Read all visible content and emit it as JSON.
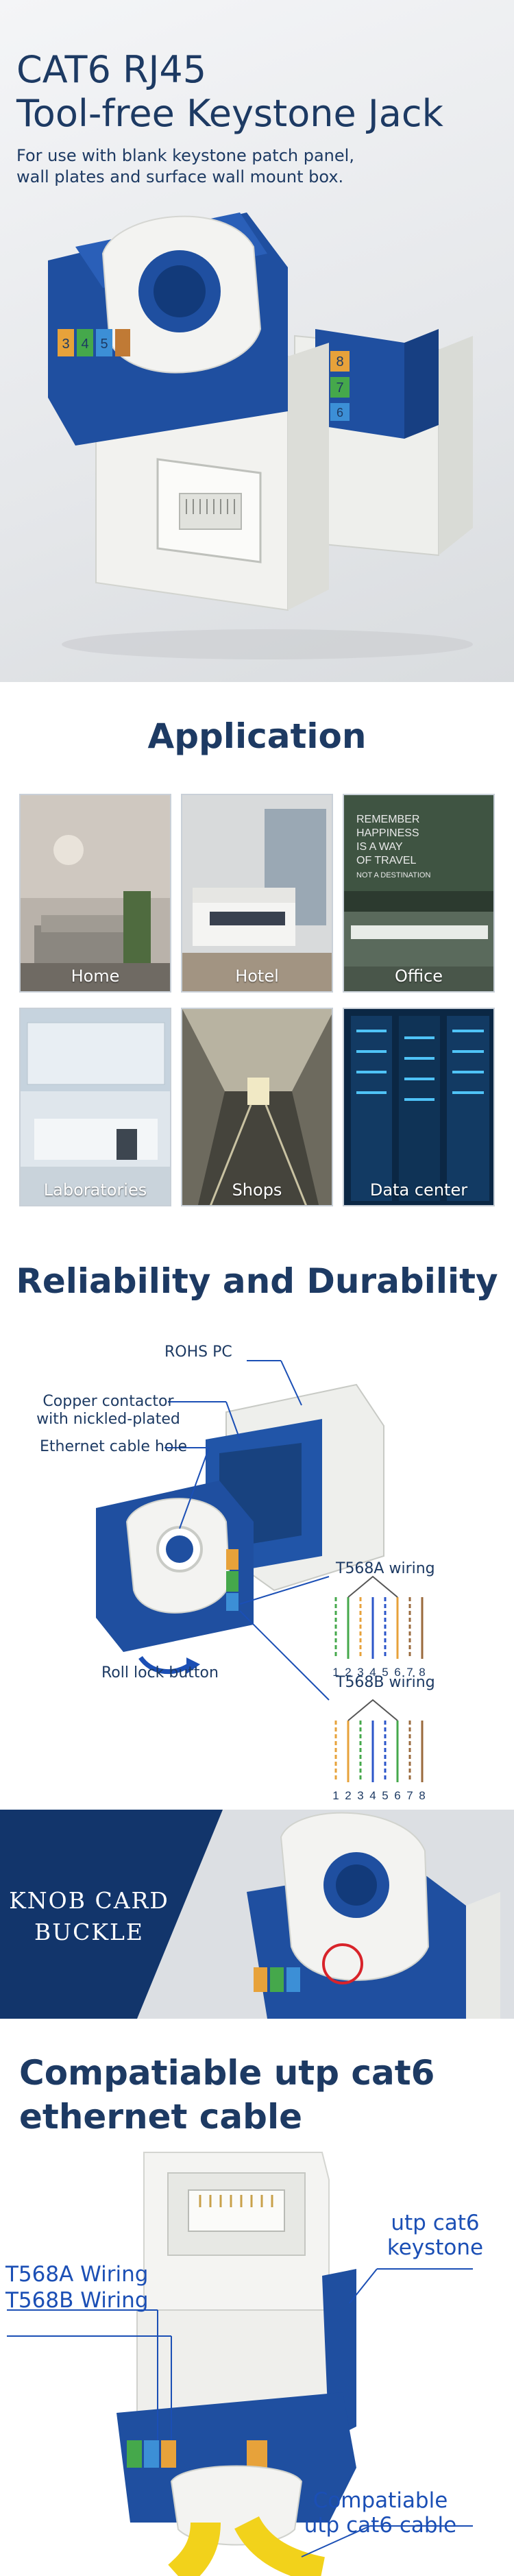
{
  "hero": {
    "title_line1": "CAT6 RJ45",
    "title_line2": "Tool-free Keystone Jack",
    "subtitle_line1": "For use with blank keystone patch panel,",
    "subtitle_line2": "wall plates and surface wall mount box.",
    "pin_labels": [
      "8",
      "7",
      "6",
      "5",
      "4",
      "3"
    ]
  },
  "application": {
    "title": "Application",
    "tiles": [
      {
        "label": "Home"
      },
      {
        "label": "Hotel"
      },
      {
        "label": "Office"
      },
      {
        "label": "Laboratories"
      },
      {
        "label": "Shops"
      },
      {
        "label": "Data center"
      }
    ],
    "office_wall_text": [
      "REMEMBER",
      "HAPPINESS",
      "IS A WAY",
      "OF TRAVEL",
      "NOT A DESTINATION"
    ]
  },
  "reliability": {
    "title": "Reliability and Durability",
    "callouts": {
      "rohs": "ROHS PC",
      "copper_line1": "Copper contactor",
      "copper_line2": "with nickled-plated",
      "cable_hole": "Ethernet cable hole",
      "t568a": "T568A wiring",
      "roll_lock": "Roll lock button",
      "t568b": "T568B wiring"
    },
    "pin_numbers": [
      "1",
      "2",
      "3",
      "4",
      "5",
      "6",
      "7",
      "8"
    ]
  },
  "knob": {
    "line1": "KNOB CARD",
    "line2": "BUCKLE"
  },
  "compatible": {
    "title_line1": "Compatiable utp cat6",
    "title_line2": "ethernet cable",
    "label_t568a": "T568A Wiring",
    "label_t568b": "T568B Wiring",
    "label_keystone_line1": "utp cat6",
    "label_keystone_line2": "keystone",
    "label_cable_line1": "Compatiable",
    "label_cable_line2": "utp cat6 cable"
  },
  "colors": {
    "navy_text": "#1d3a63",
    "keystone_blue": "#1f4fa0",
    "accent_blue": "#1b4fb5",
    "banner_blue": "#12356b",
    "cable_yellow": "#f2d21b"
  }
}
